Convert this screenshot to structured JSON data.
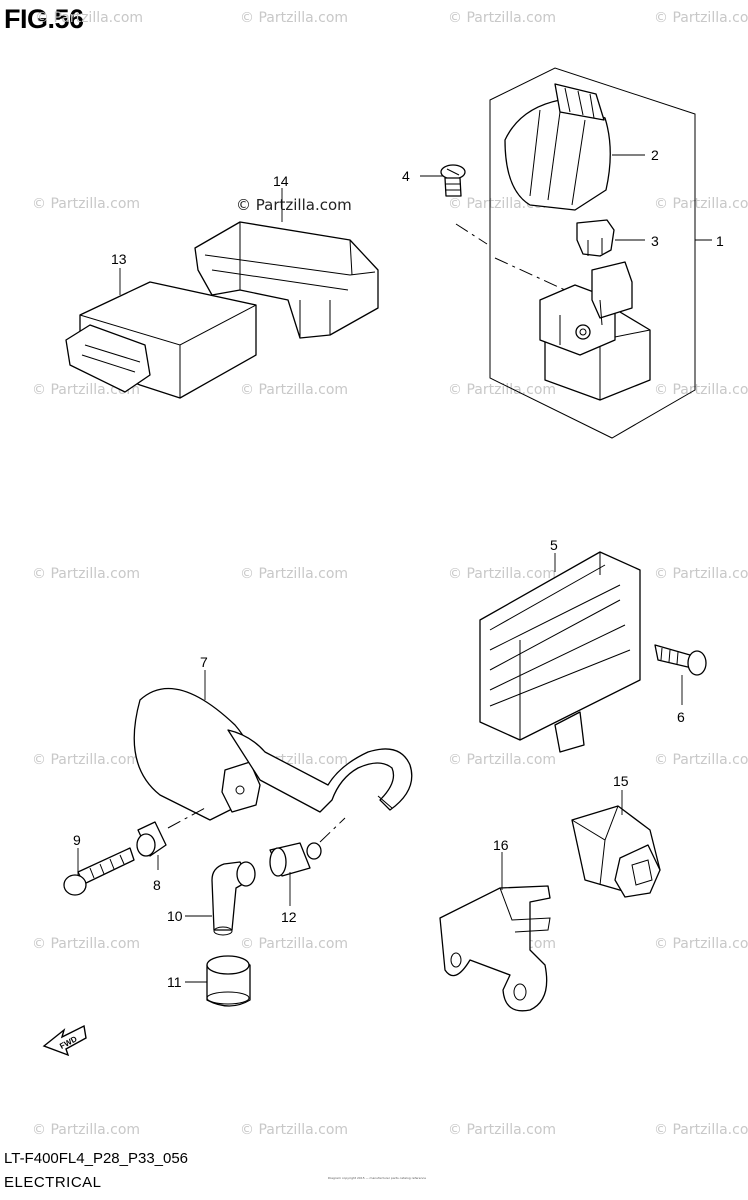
{
  "figure_title": "FIG.56",
  "diagram_code": "LT-F400FL4_P28_P33_056",
  "section": "ELECTRICAL",
  "fine_print": "Diagram copyright 2015 — manufacturer parts catalog reference",
  "fwd_label": "FWD",
  "watermark_text": "© Partzilla.com",
  "watermark_highlight": "© Partzilla.com",
  "callouts": {
    "c1": "1",
    "c2": "2",
    "c3": "3",
    "c4": "4",
    "c5": "5",
    "c6": "6",
    "c7": "7",
    "c8": "8",
    "c9": "9",
    "c10": "10",
    "c11": "11",
    "c12": "12",
    "c13": "13",
    "c14": "14",
    "c15": "15",
    "c16": "16"
  }
}
